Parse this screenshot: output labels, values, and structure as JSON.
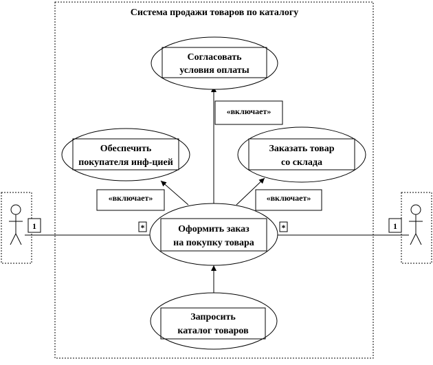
{
  "system": {
    "title": "Система продажи товаров по каталогу"
  },
  "use_cases": {
    "agree_payment": {
      "line1": "Согласовать",
      "line2": "условия оплаты"
    },
    "provide_info": {
      "line1": "Обеспечить",
      "line2": "покупателя инф-цией"
    },
    "order_from_stock": {
      "line1": "Заказать товар",
      "line2": "со склада"
    },
    "place_order": {
      "line1": "Оформить заказ",
      "line2": "на покупку товара"
    },
    "request_catalog": {
      "line1": "Запросить",
      "line2": "каталог товаров"
    }
  },
  "stereotypes": {
    "include_top": "«включает»",
    "include_left": "«включает»",
    "include_right": "«включает»"
  },
  "multiplicities": {
    "left_actor": "1",
    "left_usecase": "*",
    "right_usecase": "*",
    "right_actor": "1"
  }
}
